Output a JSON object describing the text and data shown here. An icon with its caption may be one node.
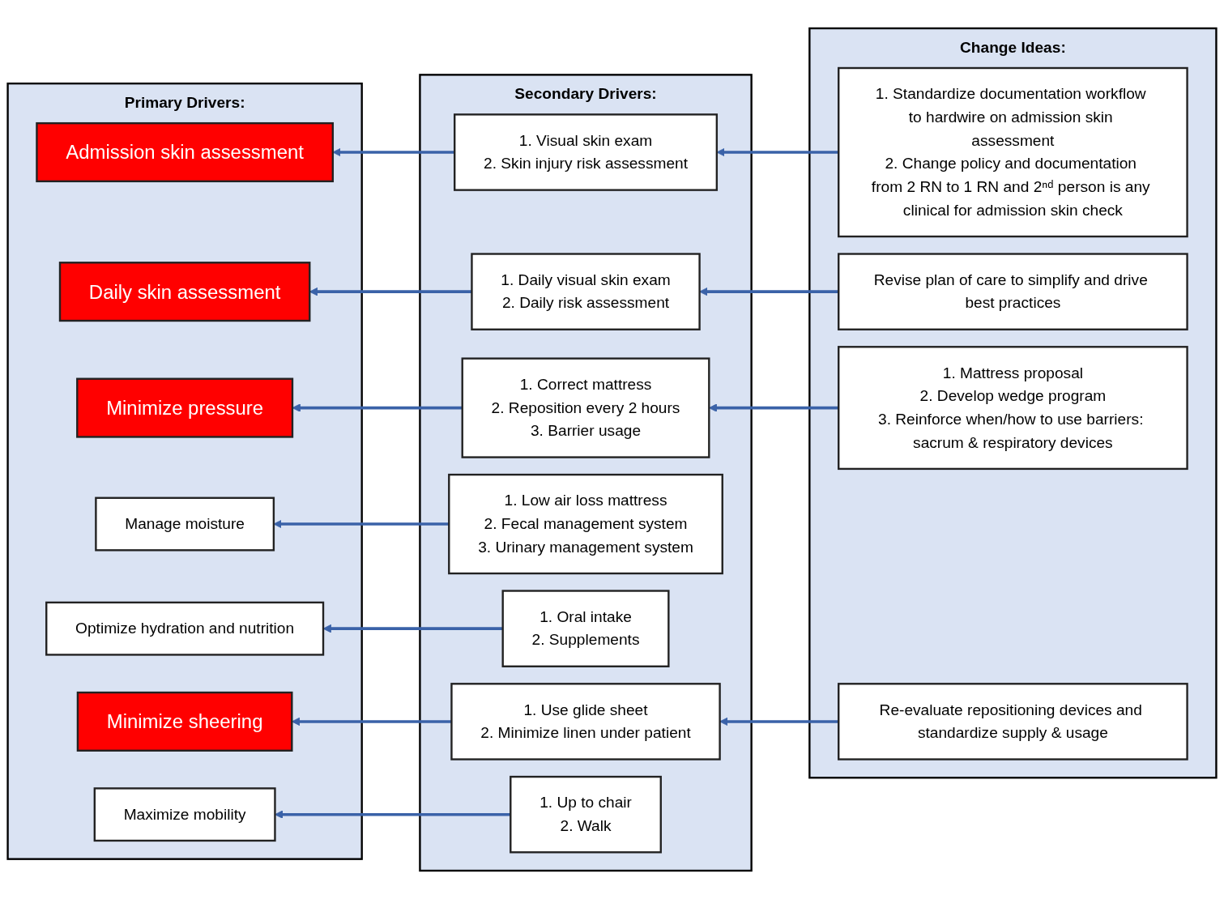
{
  "diagram": {
    "nodes": [
      {
        "text": [
          "Primary Drivers:"
        ]
      },
      {
        "text": [
          "Admission skin assessment"
        ],
        "in": 0
      },
      {
        "text": [
          "Daily skin assessment"
        ],
        "in": 0
      },
      {
        "text": [
          "Minimize pressure"
        ],
        "in": 0
      },
      {
        "text": [
          "Manage moisture"
        ],
        "in": 0
      },
      {
        "text": [
          "Optimize hydration and nutrition"
        ],
        "in": 0
      },
      {
        "text": [
          "Minimize sheering"
        ],
        "in": 0
      },
      {
        "text": [
          "Maximize mobility"
        ],
        "in": 0
      },
      {
        "text": [
          "Secondary Drivers:"
        ]
      },
      {
        "text": [
          "1. Visual skin exam",
          "2. Skin injury risk assessment"
        ],
        "in": 8
      },
      {
        "text": [
          "1. Daily visual skin exam",
          "2. Daily risk assessment"
        ],
        "in": 8
      },
      {
        "text": [
          "1. Correct mattress",
          "2. Reposition every 2 hours",
          "3. Barrier usage"
        ],
        "in": 8
      },
      {
        "text": [
          "1. Low air loss mattress",
          "2. Fecal management system",
          "3. Urinary management system"
        ],
        "in": 8
      },
      {
        "text": [
          "1. Oral intake",
          "2. Supplements"
        ],
        "in": 8
      },
      {
        "text": [
          "1. Use glide sheet",
          "2. Minimize linen under patient"
        ],
        "in": 8
      },
      {
        "text": [
          "1. Up to chair",
          "2. Walk"
        ],
        "in": 8
      },
      {
        "text": [
          "Change Ideas:"
        ]
      },
      {
        "text": [
          "1. Standardize documentation workflow to hardwire on admission skin assessment",
          "2. Change policy and documentation from 2 RN to 1 RN and 2ⁿᵈ person is any clinical for admission skin check"
        ],
        "in": 16
      },
      {
        "text": [
          "Revise plan of care to simplify and drive best practices"
        ],
        "in": 16
      },
      {
        "text": [
          "1. Mattress proposal",
          "2. Develop wedge program",
          "3. Reinforce when/how to use barriers: sacrum & respiratory devices"
        ],
        "in": 16
      },
      {
        "text": [
          "Re-evaluate repositioning devices and standardize supply & usage"
        ],
        "in": 16
      }
    ],
    "edges": [
      {
        "from": 9,
        "to": 1,
        "arrow": "to"
      },
      {
        "from": 10,
        "to": 2,
        "arrow": "to"
      },
      {
        "from": 11,
        "to": 3,
        "arrow": "to"
      },
      {
        "from": 12,
        "to": 4,
        "arrow": "to"
      },
      {
        "from": 13,
        "to": 5,
        "arrow": "to"
      },
      {
        "from": 14,
        "to": 6,
        "arrow": "to"
      },
      {
        "from": 15,
        "to": 7,
        "arrow": "to"
      },
      {
        "from": 17,
        "to": 9,
        "arrow": "to"
      },
      {
        "from": 18,
        "to": 10,
        "arrow": "to"
      },
      {
        "from": 19,
        "to": 11,
        "arrow": "to"
      },
      {
        "from": 20,
        "to": 14,
        "arrow": "to"
      }
    ]
  }
}
